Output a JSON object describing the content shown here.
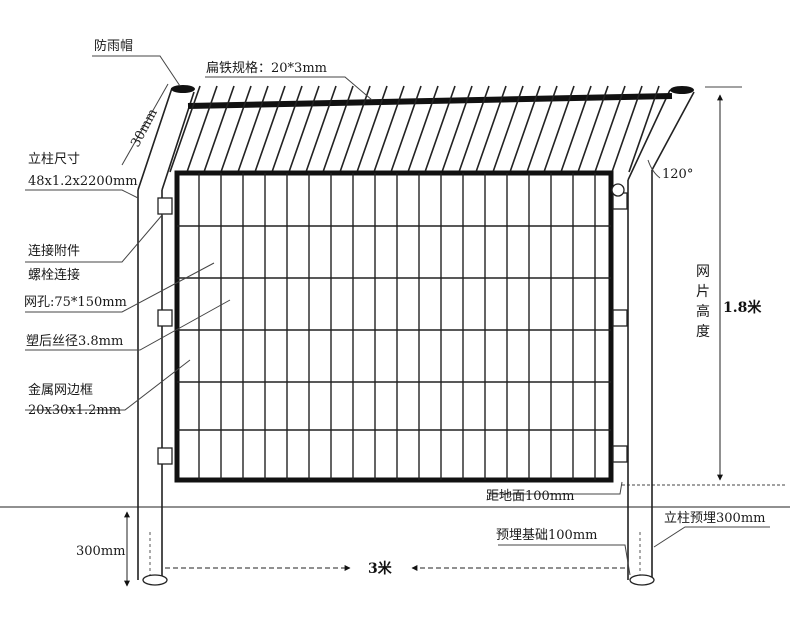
{
  "labels": {
    "rain_cap": "防雨帽",
    "flat_iron_spec": "扁铁规格：20*3mm",
    "cap_dim": "30mm",
    "post_size_title": "立柱尺寸",
    "post_size_value": "48x1.2x2200mm",
    "connector_title": "连接附件",
    "connector_sub": "螺栓连接",
    "mesh_hole": "网孔:75*150mm",
    "wire_diameter": "塑后丝径3.8mm",
    "frame_title": "金属网边框",
    "frame_value": "20x30x1.2mm",
    "bend_angle": "120°",
    "panel_height_vertical": [
      "网",
      "片",
      "高",
      "度"
    ],
    "panel_height_value": "1.8米",
    "ground_clearance": "距地面100mm",
    "embed_base": "预埋基础100mm",
    "post_embed": "立柱预埋300mm",
    "embed_depth": "300mm",
    "span_width": "3米"
  },
  "colors": {
    "ink": "#111111",
    "line": "#333333",
    "background": "#ffffff"
  }
}
